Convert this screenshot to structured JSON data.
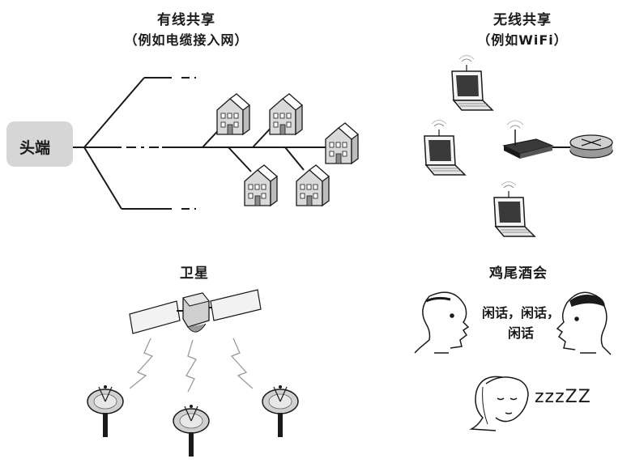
{
  "panels": {
    "wired": {
      "title": "有线共享",
      "subtitle": "（例如电缆接入网）",
      "headend_label": "头端"
    },
    "wireless": {
      "title": "无线共享",
      "subtitle": "（例如WiFi）"
    },
    "satellite": {
      "title": "卫星"
    },
    "cocktail": {
      "title": "鸡尾酒会",
      "chatter_line1": "闲话，闲话，",
      "chatter_line2": "闲话",
      "snore": "zzzZZ"
    }
  },
  "colors": {
    "ink": "#1a1a1a",
    "house_fill": "#d9d9d9",
    "screen": "#3a3a3a",
    "panel_fill": "#f2f2f2",
    "headend_fill": "#d6d6d6"
  }
}
